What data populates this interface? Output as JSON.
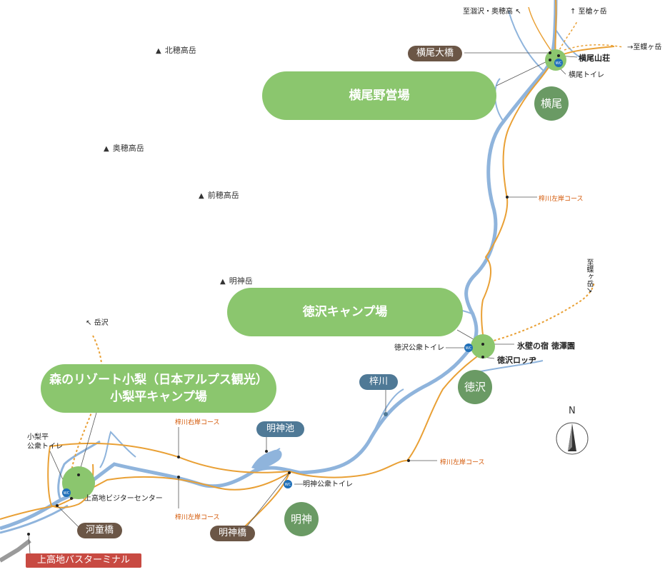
{
  "peaks": [
    "北穂高岳",
    "奥穂高岳",
    "前穂高岳",
    "明神岳"
  ],
  "directions": {
    "karasawa_okuhotaka": "至涸沢・奥穂高",
    "yarigatake": "至槍ヶ岳",
    "chogatake_top": "至蝶ヶ岳",
    "chogatake_mid": "至蝶ヶ岳",
    "dakesawa": "岳沢"
  },
  "campsites": {
    "yokoo": "横尾野営場",
    "tokusawa": "徳沢キャンプ場",
    "konashidaira_line1": "森のリゾート小梨（日本アルプス観光）",
    "konashidaira_line2": "小梨平キャンプ場"
  },
  "areas": {
    "yokoo": "横尾",
    "tokusawa": "徳沢",
    "myojin": "明神"
  },
  "bridges": {
    "yokoo_ohashi": "横尾大橋",
    "kappabashi": "河童橋",
    "myojinbashi": "明神橋"
  },
  "water": {
    "azusagawa": "梓川",
    "myojin_ike": "明神池"
  },
  "terminal": "上高地バスターミナル",
  "facilities": {
    "yokoo_sanso": "横尾山荘",
    "yokoo_toilet": "横尾トイレ",
    "hyoheki_no_yado": "氷壁の宿 徳澤園",
    "tokusawa_lodge": "徳沢ロッヂ",
    "tokusawa_toilet": "徳沢公衆トイレ",
    "myojin_toilet": "明神公衆トイレ",
    "konashidaira_toilet_line1": "小梨平",
    "konashidaira_toilet_line2": "公衆トイレ",
    "visitor_center": "上高地ビジターセンター"
  },
  "courses": {
    "left_bank_upper": "梓川左岸コース",
    "right_bank": "梓川右岸コース",
    "left_bank_lower": "梓川左岸コース",
    "left_bank_mid": "梓川左岸コース"
  },
  "wc_icon_label": "WC",
  "compass_label": "N",
  "colors": {
    "river": "#8fb4dc",
    "trail": "#e9a035",
    "road": "#9a9a9a",
    "campsite": "#8bc66e",
    "area": "#6a9a64",
    "bridge_tag": "#6b5646",
    "water_tag": "#4f7996",
    "terminal_tag": "#c84a42"
  }
}
